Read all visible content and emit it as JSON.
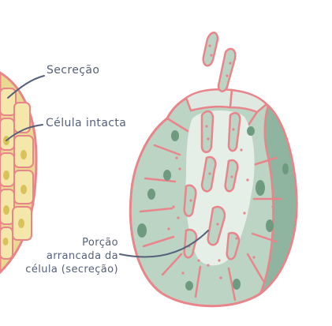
{
  "labels": {
    "secretion": "Secreção",
    "intact_cell": "Célula intacta",
    "torn_portion_line1": "Porção",
    "torn_portion_line2": "arrancada da",
    "torn_portion_line3": "célula (secreção)"
  },
  "colors": {
    "left_gland_fill": "#ead991",
    "left_gland_cell": "#f4e7a9",
    "left_gland_nucleus": "#d9c25b",
    "right_gland_fill": "#bcd4c4",
    "right_gland_dark": "#8fb49f",
    "right_gland_light": "#dfe9e2",
    "nucleus": "#6e9b80",
    "outline": "#e9858a",
    "label_text": "#55607a"
  }
}
